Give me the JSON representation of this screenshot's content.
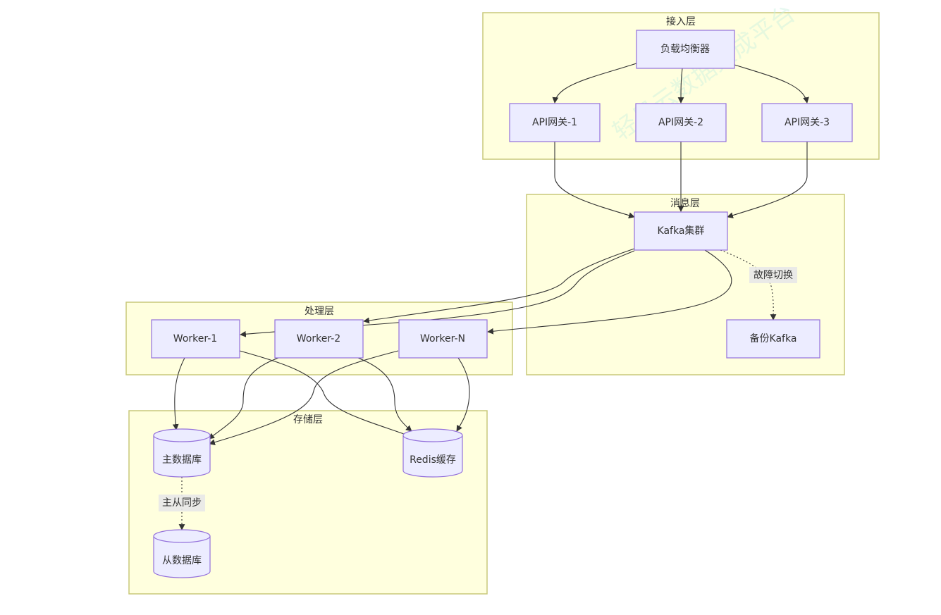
{
  "watermark": "轻易云数据集成平台",
  "colors": {
    "cluster_fill": "#ffffde",
    "cluster_stroke": "#c9c97a",
    "node_fill": "#ececff",
    "node_stroke": "#9370db",
    "edge": "#333333",
    "edge_label_bg": "#e8e8e8"
  },
  "clusters": {
    "access": {
      "label": "接入层"
    },
    "message": {
      "label": "消息层"
    },
    "processing": {
      "label": "处理层"
    },
    "storage": {
      "label": "存储层"
    }
  },
  "nodes": {
    "lb": {
      "label": "负载均衡器",
      "shape": "rect"
    },
    "gw1": {
      "label": "API网关-1",
      "shape": "rect"
    },
    "gw2": {
      "label": "API网关-2",
      "shape": "rect"
    },
    "gw3": {
      "label": "API网关-3",
      "shape": "rect"
    },
    "kafka": {
      "label": "Kafka集群",
      "shape": "rect"
    },
    "kafka_backup": {
      "label": "备份Kafka",
      "shape": "rect"
    },
    "w1": {
      "label": "Worker-1",
      "shape": "rect"
    },
    "w2": {
      "label": "Worker-2",
      "shape": "rect"
    },
    "wn": {
      "label": "Worker-N",
      "shape": "rect"
    },
    "db_master": {
      "label": "主数据库",
      "shape": "cylinder"
    },
    "redis": {
      "label": "Redis缓存",
      "shape": "cylinder"
    },
    "db_slave": {
      "label": "从数据库",
      "shape": "cylinder"
    }
  },
  "edges": [
    {
      "from": "lb",
      "to": "gw1",
      "style": "solid"
    },
    {
      "from": "lb",
      "to": "gw2",
      "style": "solid"
    },
    {
      "from": "lb",
      "to": "gw3",
      "style": "solid"
    },
    {
      "from": "gw1",
      "to": "kafka",
      "style": "solid"
    },
    {
      "from": "gw2",
      "to": "kafka",
      "style": "solid"
    },
    {
      "from": "gw3",
      "to": "kafka",
      "style": "solid"
    },
    {
      "from": "kafka",
      "to": "w1",
      "style": "solid"
    },
    {
      "from": "kafka",
      "to": "w2",
      "style": "solid"
    },
    {
      "from": "kafka",
      "to": "wn",
      "style": "solid"
    },
    {
      "from": "kafka",
      "to": "kafka_backup",
      "style": "dotted",
      "label": "故障切换"
    },
    {
      "from": "w1",
      "to": "db_master",
      "style": "solid"
    },
    {
      "from": "w1",
      "to": "redis",
      "style": "solid"
    },
    {
      "from": "w2",
      "to": "db_master",
      "style": "solid"
    },
    {
      "from": "w2",
      "to": "redis",
      "style": "solid"
    },
    {
      "from": "wn",
      "to": "db_master",
      "style": "solid"
    },
    {
      "from": "wn",
      "to": "redis",
      "style": "solid"
    },
    {
      "from": "db_master",
      "to": "db_slave",
      "style": "dotted",
      "label": "主从同步"
    }
  ]
}
